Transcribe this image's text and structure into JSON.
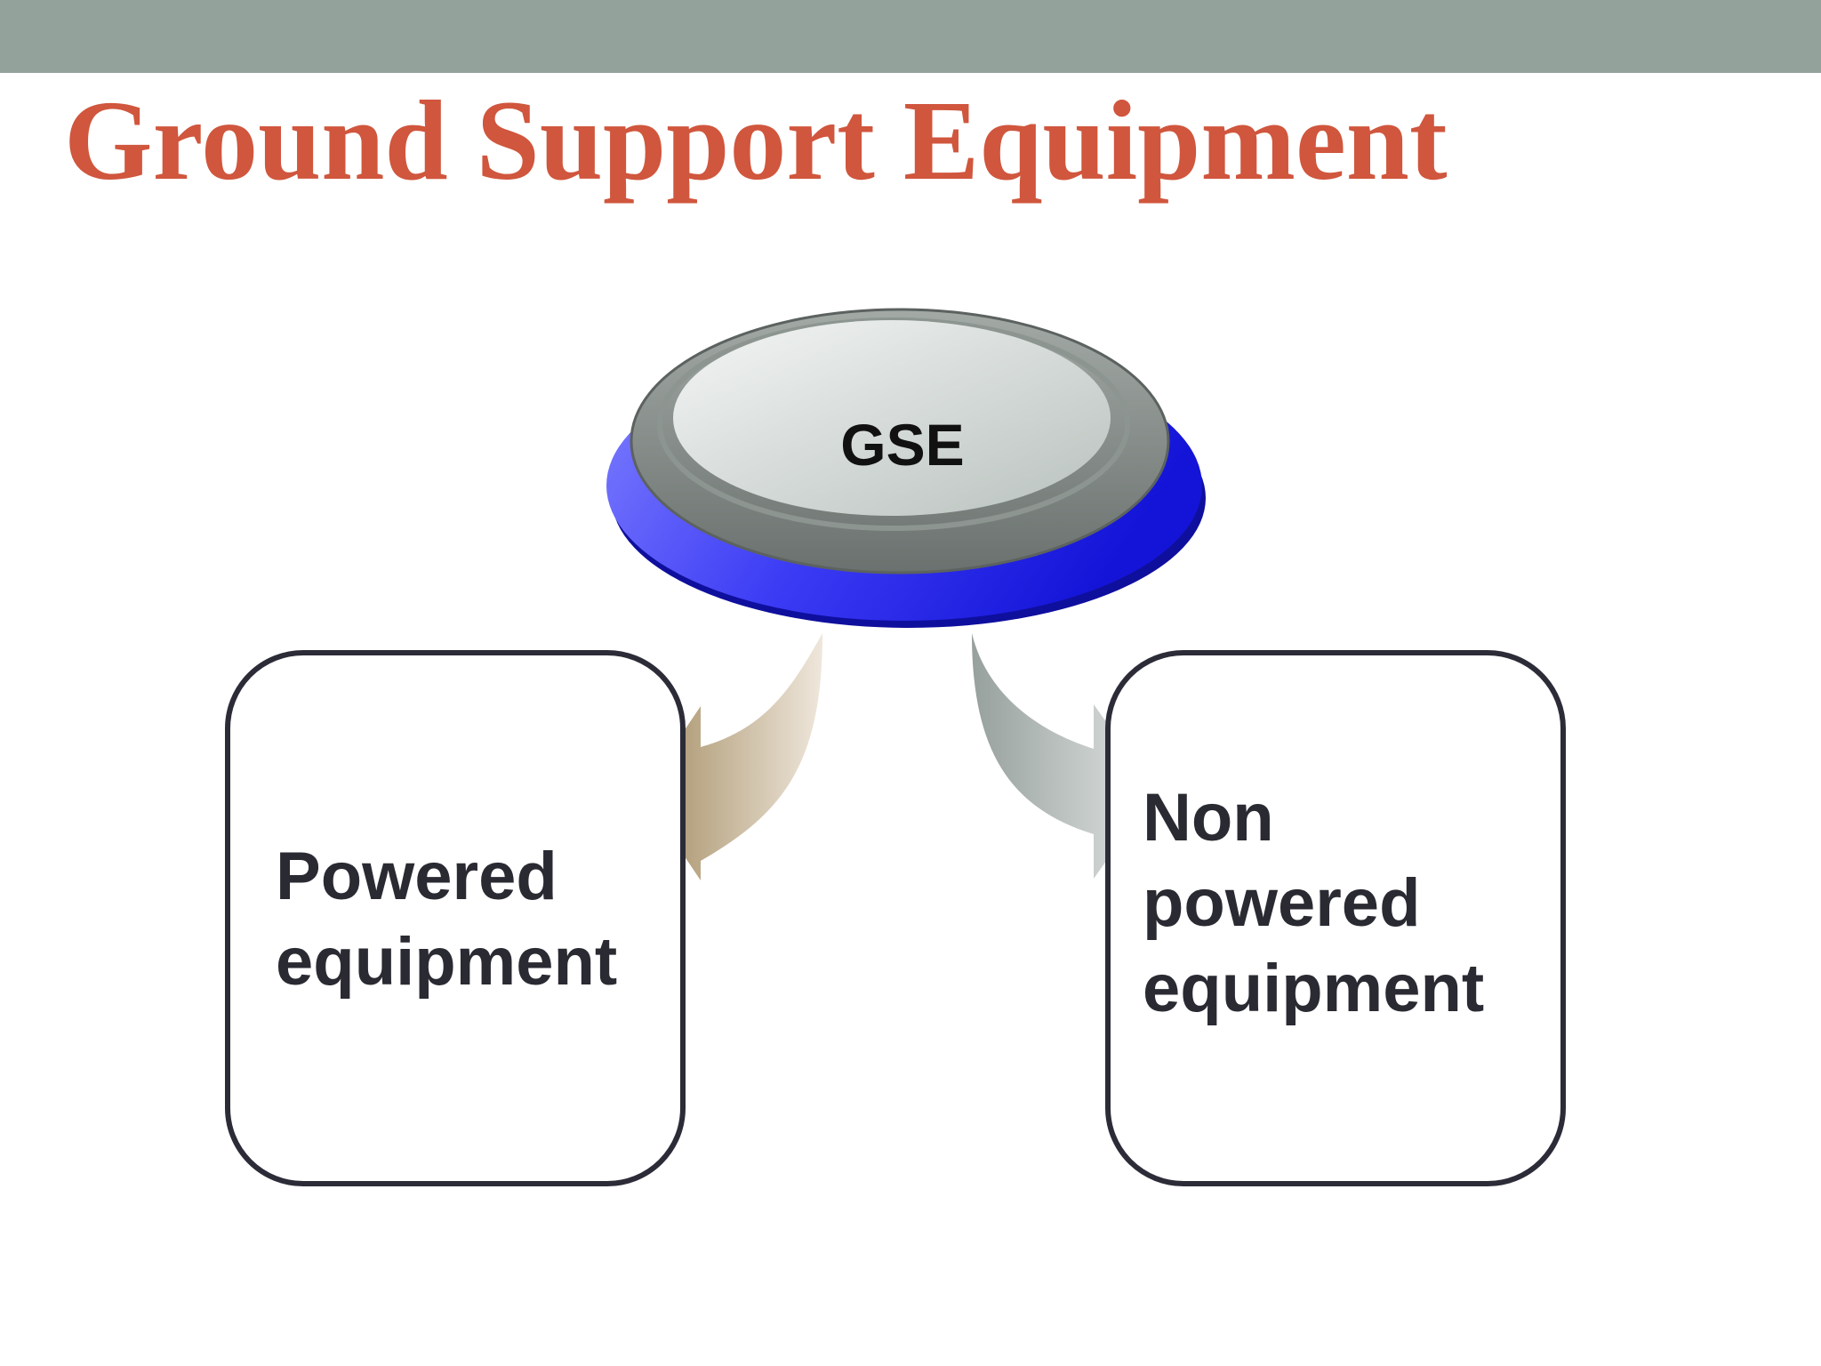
{
  "title": "Ground Support Equipment",
  "diagram": {
    "root": {
      "label": "GSE"
    },
    "branches": [
      {
        "lines": [
          "Powered",
          "equipment"
        ]
      },
      {
        "lines": [
          "Non",
          "powered",
          "equipment"
        ]
      }
    ]
  },
  "colors": {
    "top_band": "#93a39b",
    "title": "#d0563d",
    "disc_base": "#2323e6",
    "disc_rim": "#7f8884",
    "arrow_left": "#b39a73",
    "arrow_right": "#a9b1ae",
    "box_border": "#2c2c38"
  }
}
